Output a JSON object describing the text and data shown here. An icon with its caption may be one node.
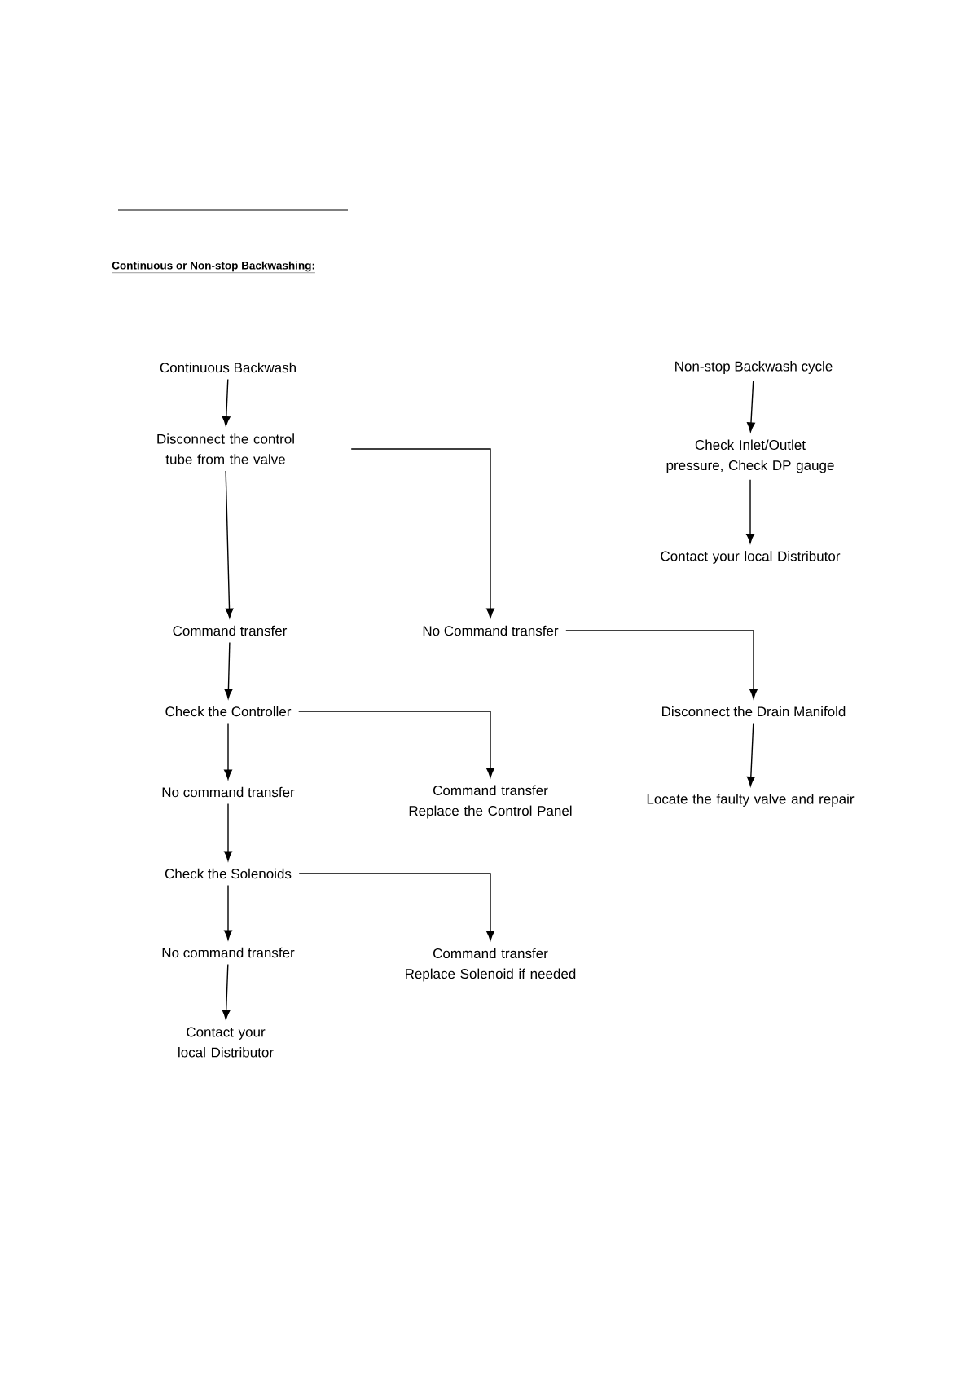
{
  "diagram": {
    "title": "Continuous or Non-stop Backwashing:",
    "nodes": [
      {
        "text": [
          "Continuous Backwash"
        ]
      },
      {
        "text": [
          "Disconnect the control tube from the valve"
        ]
      },
      {
        "text": [
          "Command transfer"
        ]
      },
      {
        "text": [
          "No Command transfer"
        ]
      },
      {
        "text": [
          "Check the Controller"
        ]
      },
      {
        "text": [
          "Command transfer",
          "Replace the Control Panel"
        ]
      },
      {
        "text": [
          "No command transfer"
        ]
      },
      {
        "text": [
          "Check the Solenoids"
        ]
      },
      {
        "text": [
          "Command transfer",
          "Replace Solenoid if needed"
        ]
      },
      {
        "text": [
          "No command transfer"
        ]
      },
      {
        "text": [
          "Contact your local Distributor"
        ]
      },
      {
        "text": [
          "Non-stop Backwash cycle"
        ]
      },
      {
        "text": [
          "Check Inlet/Outlet pressure, Check DP gauge"
        ]
      },
      {
        "text": [
          "Contact your local Distributor"
        ]
      },
      {
        "text": [
          "Disconnect the Drain Manifold"
        ]
      },
      {
        "text": [
          "Locate the faulty valve and repair"
        ]
      }
    ],
    "edges": [
      {
        "from": 0,
        "to": 1,
        "arrow": "to"
      },
      {
        "from": 1,
        "to": 2,
        "arrow": "to"
      },
      {
        "from": 1,
        "to": 3,
        "arrow": "to"
      },
      {
        "from": 2,
        "to": 4,
        "arrow": "to"
      },
      {
        "from": 3,
        "to": 14,
        "arrow": "to"
      },
      {
        "from": 4,
        "to": 5,
        "arrow": "to"
      },
      {
        "from": 4,
        "to": 6,
        "arrow": "to"
      },
      {
        "from": 6,
        "to": 7,
        "arrow": "to"
      },
      {
        "from": 7,
        "to": 8,
        "arrow": "to"
      },
      {
        "from": 7,
        "to": 9,
        "arrow": "to"
      },
      {
        "from": 9,
        "to": 10,
        "arrow": "to"
      },
      {
        "from": 11,
        "to": 12,
        "arrow": "to"
      },
      {
        "from": 12,
        "to": 13,
        "arrow": "to"
      },
      {
        "from": 14,
        "to": 15,
        "arrow": "to"
      }
    ]
  }
}
